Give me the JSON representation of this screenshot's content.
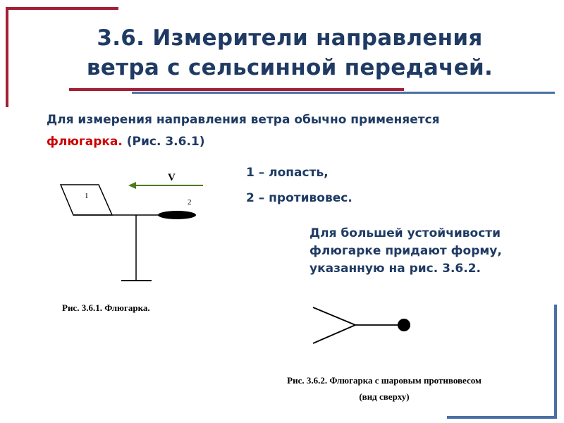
{
  "title": {
    "line1": "3.6. Измерители направления",
    "line2": "ветра с сельсинной передачей."
  },
  "intro": {
    "line1": "Для измерения направления ветра обычно применяется",
    "highlight": "флюгарка.",
    "ref": " (Рис. 3.6.1)"
  },
  "legend": {
    "item1": "1 – лопасть,",
    "item2": "2 – противовес."
  },
  "stability": {
    "line1": "Для большей устойчивости",
    "line2": "флюгарке придают форму,",
    "line3": "указанную на рис. 3.6.2."
  },
  "figure1": {
    "caption": "Рис. 3.6.1. Флюгарка.",
    "wind_label": "V",
    "label_blade": "1",
    "label_counterweight": "2"
  },
  "figure2": {
    "caption_line1": "Рис. 3.6.2. Флюгарка с шаровым противовесом",
    "caption_line2": "(вид сверху)"
  },
  "colors": {
    "title_text": "#1f3b64",
    "accent_red": "#cc0000",
    "frame_red": "#a31f34",
    "frame_blue": "#4a6fa5",
    "arrow_green": "#4e7b1e"
  }
}
